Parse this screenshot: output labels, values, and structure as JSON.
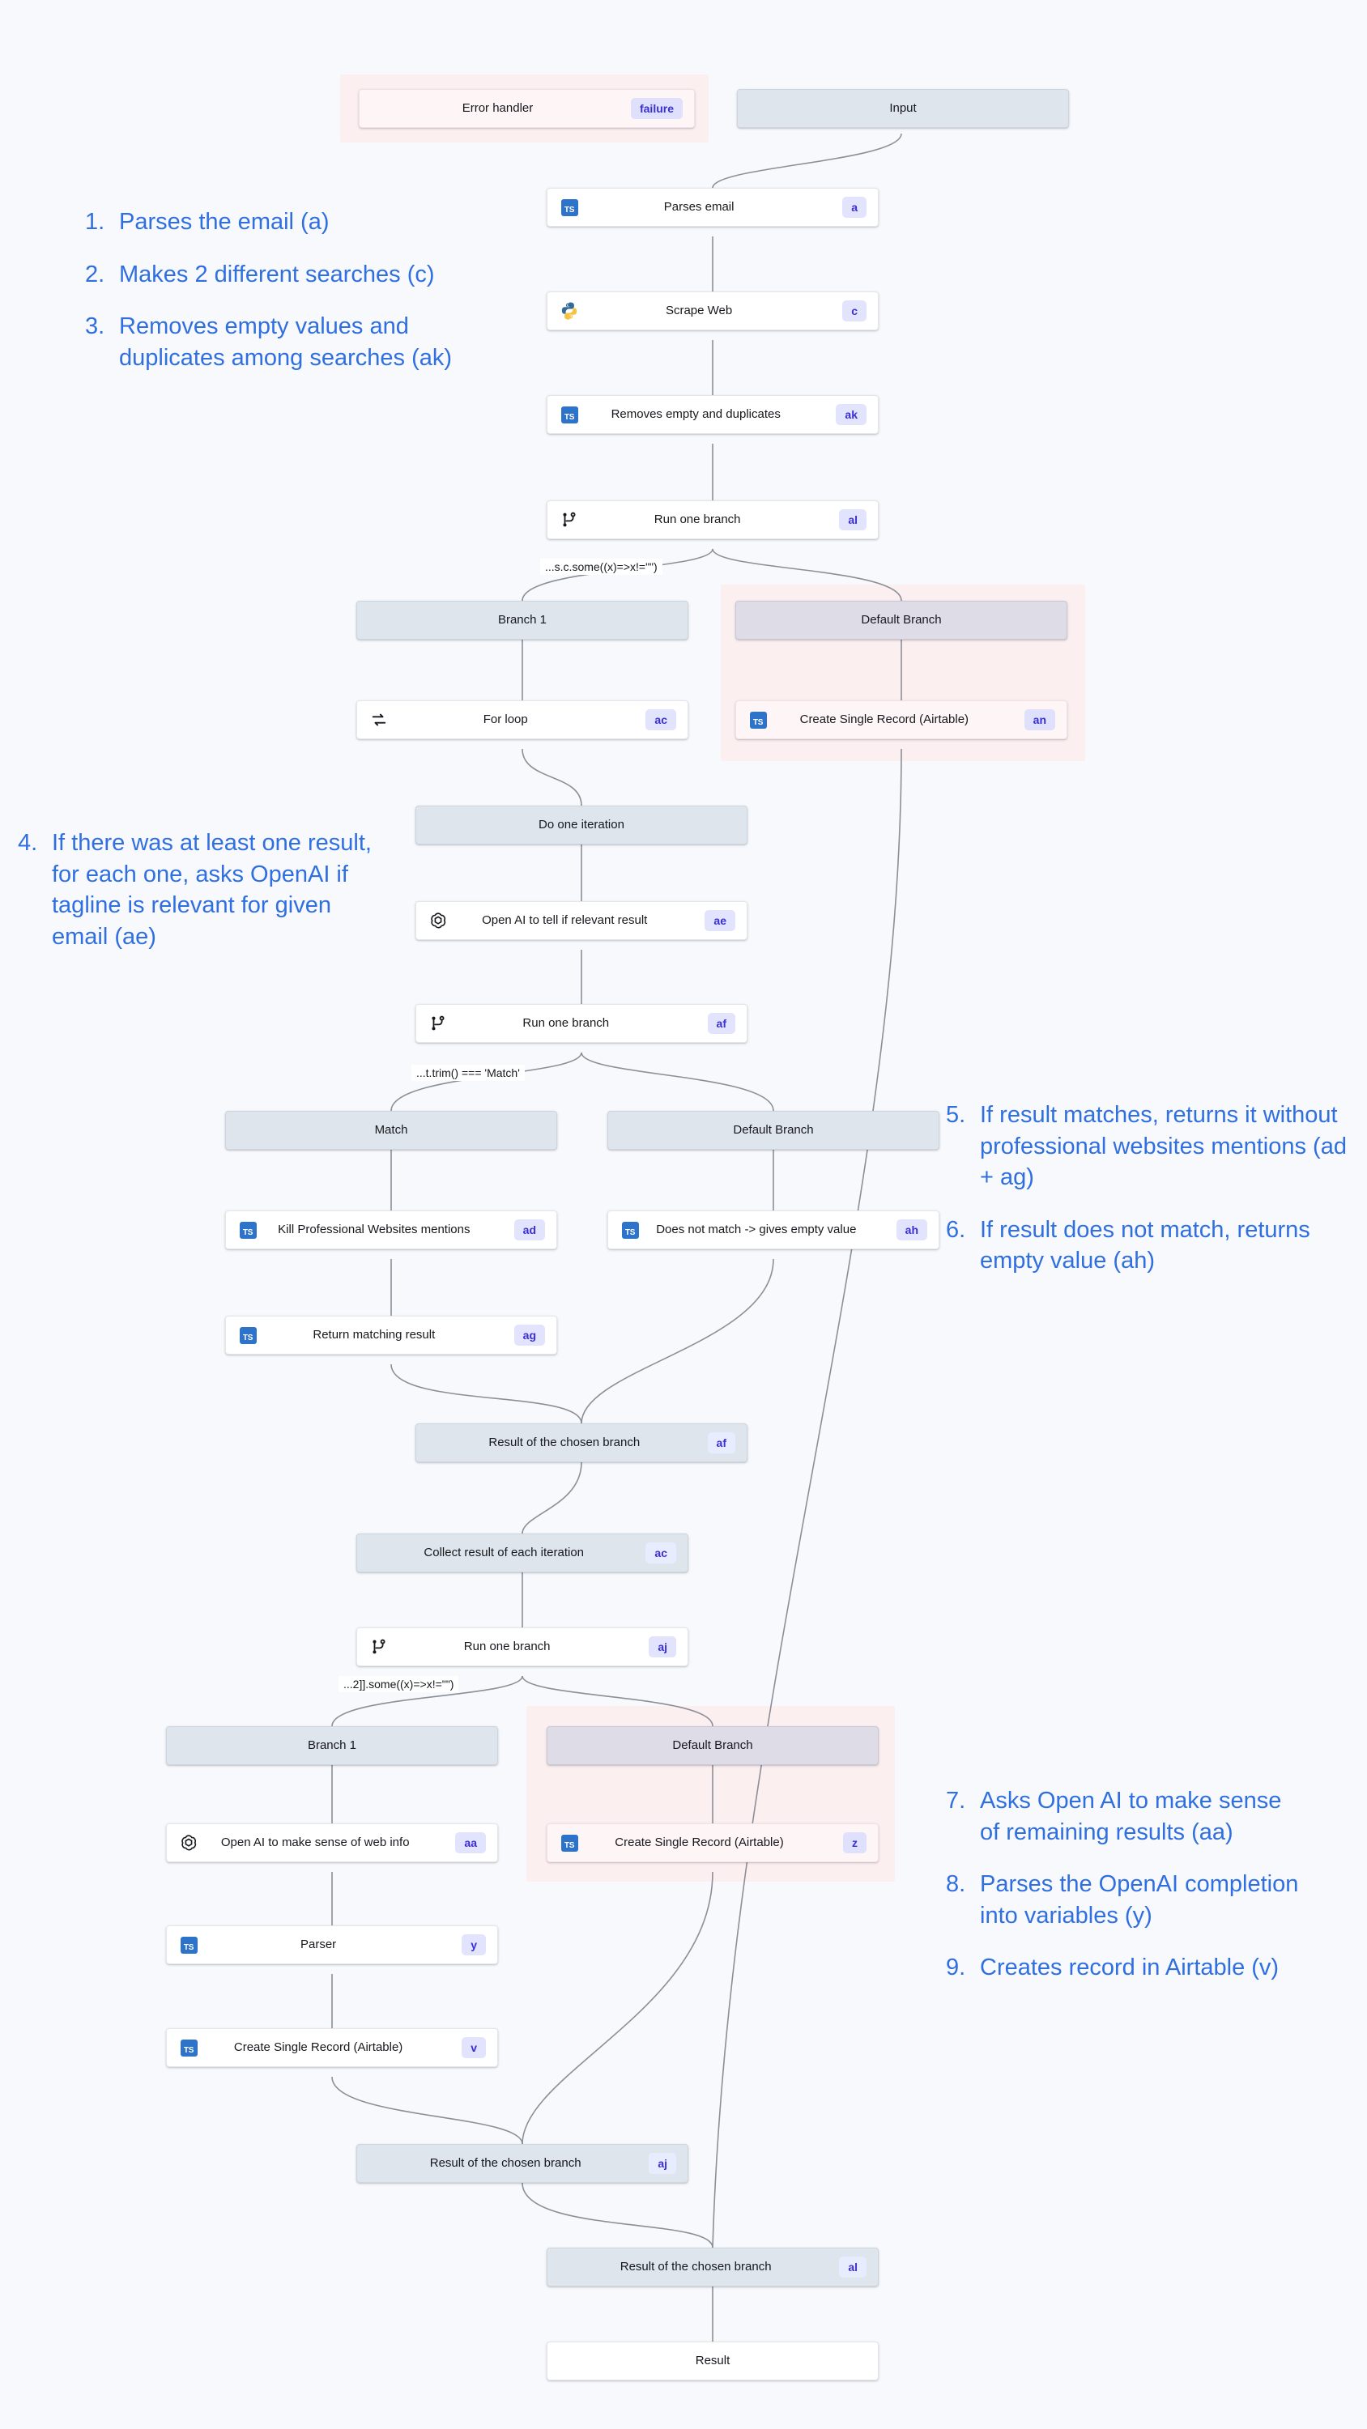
{
  "canvas": {
    "background": "#f8f9fc",
    "edge_color": "#8b8f98"
  },
  "colors": {
    "accent_blue": "#2f6fe0",
    "badge_bg": "#e2e3fd",
    "badge_text": "#3a2fd4",
    "frame_bg": "#dfe5ec",
    "frame_alt_bg": "#dedce7",
    "error_region": "#fceff0",
    "node_white": "#ffffff"
  },
  "nodes": {
    "error_handler": {
      "label": "Error handler",
      "badge": "failure",
      "icon": "none"
    },
    "input": {
      "label": "Input",
      "badge": "",
      "icon": "none"
    },
    "parses_email": {
      "label": "Parses email",
      "badge": "a",
      "icon": "typescript-icon"
    },
    "scrape_web": {
      "label": "Scrape Web",
      "badge": "c",
      "icon": "python-icon"
    },
    "removes_empty": {
      "label": "Removes empty and duplicates",
      "badge": "ak",
      "icon": "typescript-icon"
    },
    "run_one_branch_al": {
      "label": "Run one branch",
      "badge": "al",
      "icon": "branch-icon"
    },
    "branch_1_top": {
      "label": "Branch 1",
      "badge": "",
      "icon": "none"
    },
    "default_branch_top": {
      "label": "Default Branch",
      "badge": "",
      "icon": "none"
    },
    "for_loop": {
      "label": "For loop",
      "badge": "ac",
      "icon": "loop-icon"
    },
    "create_record_an": {
      "label": "Create Single Record (Airtable)",
      "badge": "an",
      "icon": "typescript-icon"
    },
    "do_one_iteration": {
      "label": "Do one iteration",
      "badge": "",
      "icon": "none"
    },
    "openai_relevant": {
      "label": "Open AI to tell if relevant result",
      "badge": "ae",
      "icon": "openai-icon"
    },
    "run_one_branch_af": {
      "label": "Run one branch",
      "badge": "af",
      "icon": "branch-icon"
    },
    "match_branch": {
      "label": "Match",
      "badge": "",
      "icon": "none"
    },
    "default_branch_mid": {
      "label": "Default Branch",
      "badge": "",
      "icon": "none"
    },
    "kill_mentions": {
      "label": "Kill Professional Websites mentions",
      "badge": "ad",
      "icon": "typescript-icon"
    },
    "does_not_match": {
      "label": "Does not match -> gives empty value",
      "badge": "ah",
      "icon": "typescript-icon"
    },
    "return_matching": {
      "label": "Return matching result",
      "badge": "ag",
      "icon": "typescript-icon"
    },
    "result_chosen_af": {
      "label": "Result of the chosen branch",
      "badge": "af",
      "icon": "none"
    },
    "collect_result": {
      "label": "Collect result of each iteration",
      "badge": "ac",
      "icon": "none"
    },
    "run_one_branch_aj": {
      "label": "Run one branch",
      "badge": "aj",
      "icon": "branch-icon"
    },
    "branch_1_bottom": {
      "label": "Branch 1",
      "badge": "",
      "icon": "none"
    },
    "default_branch_bottom": {
      "label": "Default Branch",
      "badge": "",
      "icon": "none"
    },
    "openai_web_info": {
      "label": "Open AI to make sense of web info",
      "badge": "aa",
      "icon": "openai-icon"
    },
    "create_record_z": {
      "label": "Create Single Record (Airtable)",
      "badge": "z",
      "icon": "typescript-icon"
    },
    "parser": {
      "label": "Parser",
      "badge": "y",
      "icon": "typescript-icon"
    },
    "create_record_v": {
      "label": "Create Single Record (Airtable)",
      "badge": "v",
      "icon": "typescript-icon"
    },
    "result_chosen_aj": {
      "label": "Result of the chosen branch",
      "badge": "aj",
      "icon": "none"
    },
    "result_chosen_al": {
      "label": "Result of the chosen branch",
      "badge": "al",
      "icon": "none"
    },
    "result": {
      "label": "Result",
      "badge": "",
      "icon": "none"
    }
  },
  "conditions": {
    "cond_al": "...s.c.some((x)=>x!=\"\")",
    "cond_af": "...t.trim() === 'Match'",
    "cond_aj": "...2]].some((x)=>x!=\"\")"
  },
  "annotations": {
    "left_top": [
      {
        "num": "1.",
        "text": "Parses the email (a)"
      },
      {
        "num": "2.",
        "text": "Makes 2 different searches (c)"
      },
      {
        "num": "3.",
        "text": "Removes empty values and duplicates among searches (ak)"
      }
    ],
    "left_mid": [
      {
        "num": "4.",
        "text": "If there was at least one result, for each one, asks OpenAI if tagline is relevant for given email (ae)"
      }
    ],
    "right_mid": [
      {
        "num": "5.",
        "text": "If result matches, returns it without professional websites mentions (ad + ag)"
      },
      {
        "num": "6.",
        "text": "If result does not match, returns empty value (ah)"
      }
    ],
    "right_bottom": [
      {
        "num": "7.",
        "text": "Asks Open AI to make sense of remaining results (aa)"
      },
      {
        "num": "8.",
        "text": "Parses the OpenAI completion into variables (y)"
      },
      {
        "num": "9.",
        "text": "Creates record in Airtable (v)"
      }
    ]
  }
}
